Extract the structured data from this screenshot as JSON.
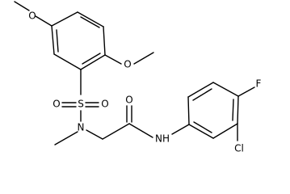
{
  "structure": {
    "atoms": {
      "o_methoxy_top": "O",
      "o_methoxy_right": "O",
      "sulfur": "S",
      "o_sulfonyl_left": "O",
      "o_sulfonyl_right": "O",
      "n_sulfonamide": "N",
      "o_carbonyl": "O",
      "nh_amide": "NH",
      "chlorine": "Cl",
      "fluorine": "F"
    }
  }
}
